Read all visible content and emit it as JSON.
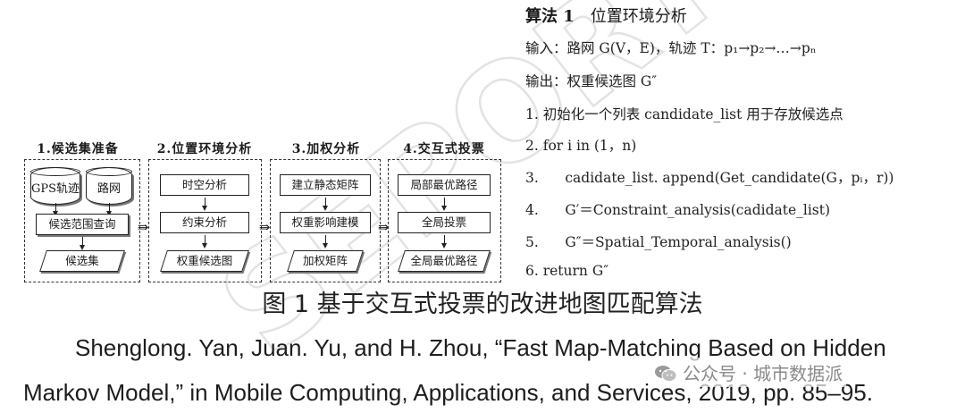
{
  "watermark": "SEPORT",
  "diagram": {
    "stages": [
      {
        "title": "1.候选集准备",
        "cyl1": "GPS轨迹",
        "cyl2": "路网",
        "mid": "候选范围查询",
        "out": "候选集"
      },
      {
        "title": "2.位置环境分析",
        "top": "时空分析",
        "mid": "约束分析",
        "out": "权重候选图"
      },
      {
        "title": "3.加权分析",
        "top": "建立静态矩阵",
        "mid": "权重影响建模",
        "out": "加权矩阵"
      },
      {
        "title": "4.交互式投票",
        "top": "局部最优路径",
        "mid": "全局投票",
        "out": "全局最优路径"
      }
    ],
    "connector": "⇛"
  },
  "algorithm": {
    "label": "算法 1",
    "name": "位置环境分析",
    "input_prefix": "输入：路网 G(V，E)，轨迹 T：",
    "input_tail": "p₁→p₂→…→pₙ",
    "output": "输出：权重候选图 G″",
    "lines": [
      "1. 初始化一个列表 candidate_list 用于存放候选点",
      "2. for i in (1，n)",
      "3.      cadidate_list. append(Get_candidate(G，pᵢ，r))",
      "4.      G′＝Constraint_analysis(cadidate_list)",
      "5.      G″＝Spatial_Temporal_analysis()",
      "6. return G″"
    ]
  },
  "caption": "图 1 基于交互式投票的改进地图匹配算法",
  "reference": {
    "line1": "Shenglong. Yan, Juan. Yu, and H. Zhou, “Fast Map-Matching Based on Hidden",
    "line2": "Markov Model,” in Mobile Computing, Applications, and Services, 2019, pp. 85–95."
  },
  "wechat_label": "公众号 · 城市数据派"
}
